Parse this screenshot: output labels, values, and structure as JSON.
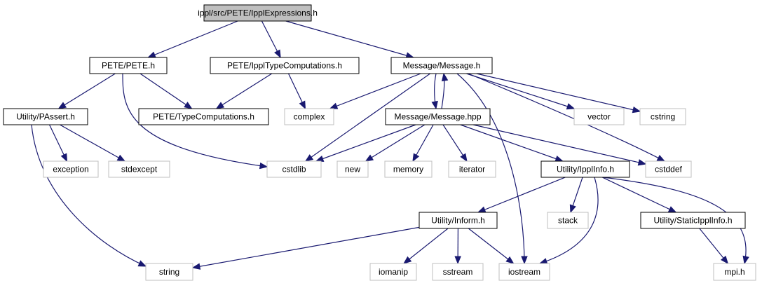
{
  "colors": {
    "edge": "#191970",
    "root_fill": "#bfbfbf",
    "local_border": "#000000",
    "system_border": "#bfbfbf",
    "background": "#ffffff"
  },
  "nodes": [
    {
      "id": "root",
      "label": "ippl/src/PETE/IpplExpressions.h",
      "kind": "root"
    },
    {
      "id": "pete",
      "label": "PETE/PETE.h",
      "kind": "local"
    },
    {
      "id": "ippltc",
      "label": "PETE/IpplTypeComputations.h",
      "kind": "local"
    },
    {
      "id": "msgh",
      "label": "Message/Message.h",
      "kind": "local"
    },
    {
      "id": "passert",
      "label": "Utility/PAssert.h",
      "kind": "local"
    },
    {
      "id": "typecomp",
      "label": "PETE/TypeComputations.h",
      "kind": "local"
    },
    {
      "id": "complex",
      "label": "complex",
      "kind": "system"
    },
    {
      "id": "msghpp",
      "label": "Message/Message.hpp",
      "kind": "local"
    },
    {
      "id": "vector",
      "label": "vector",
      "kind": "system"
    },
    {
      "id": "cstring",
      "label": "cstring",
      "kind": "system"
    },
    {
      "id": "exception",
      "label": "exception",
      "kind": "system"
    },
    {
      "id": "stdexcept",
      "label": "stdexcept",
      "kind": "system"
    },
    {
      "id": "cstdlib",
      "label": "cstdlib",
      "kind": "system"
    },
    {
      "id": "new",
      "label": "new",
      "kind": "system"
    },
    {
      "id": "memory",
      "label": "memory",
      "kind": "system"
    },
    {
      "id": "iterator",
      "label": "iterator",
      "kind": "system"
    },
    {
      "id": "ipplinfo",
      "label": "Utility/IpplInfo.h",
      "kind": "local"
    },
    {
      "id": "cstddef",
      "label": "cstddef",
      "kind": "system"
    },
    {
      "id": "inform",
      "label": "Utility/Inform.h",
      "kind": "local"
    },
    {
      "id": "stack",
      "label": "stack",
      "kind": "system"
    },
    {
      "id": "staticippl",
      "label": "Utility/StaticIpplInfo.h",
      "kind": "local"
    },
    {
      "id": "string",
      "label": "string",
      "kind": "system"
    },
    {
      "id": "iomanip",
      "label": "iomanip",
      "kind": "system"
    },
    {
      "id": "sstream",
      "label": "sstream",
      "kind": "system"
    },
    {
      "id": "iostream",
      "label": "iostream",
      "kind": "system"
    },
    {
      "id": "mpi",
      "label": "mpi.h",
      "kind": "system"
    }
  ],
  "edges": [
    {
      "from": "root",
      "to": "pete"
    },
    {
      "from": "root",
      "to": "ippltc"
    },
    {
      "from": "root",
      "to": "msgh"
    },
    {
      "from": "pete",
      "to": "passert"
    },
    {
      "from": "pete",
      "to": "typecomp"
    },
    {
      "from": "pete",
      "to": "cstdlib"
    },
    {
      "from": "ippltc",
      "to": "typecomp"
    },
    {
      "from": "ippltc",
      "to": "complex"
    },
    {
      "from": "msgh",
      "to": "complex"
    },
    {
      "from": "msgh",
      "to": "msghpp"
    },
    {
      "from": "msgh",
      "to": "vector"
    },
    {
      "from": "msgh",
      "to": "cstring"
    },
    {
      "from": "msgh",
      "to": "cstdlib"
    },
    {
      "from": "msgh",
      "to": "cstddef"
    },
    {
      "from": "msgh",
      "to": "iostream"
    },
    {
      "from": "msghpp",
      "to": "msgh"
    },
    {
      "from": "msghpp",
      "to": "cstdlib"
    },
    {
      "from": "msghpp",
      "to": "new"
    },
    {
      "from": "msghpp",
      "to": "memory"
    },
    {
      "from": "msghpp",
      "to": "iterator"
    },
    {
      "from": "msghpp",
      "to": "ipplinfo"
    },
    {
      "from": "msghpp",
      "to": "cstddef"
    },
    {
      "from": "passert",
      "to": "exception"
    },
    {
      "from": "passert",
      "to": "stdexcept"
    },
    {
      "from": "passert",
      "to": "string"
    },
    {
      "from": "ipplinfo",
      "to": "inform"
    },
    {
      "from": "ipplinfo",
      "to": "stack"
    },
    {
      "from": "ipplinfo",
      "to": "iostream"
    },
    {
      "from": "ipplinfo",
      "to": "staticippl"
    },
    {
      "from": "ipplinfo",
      "to": "mpi"
    },
    {
      "from": "inform",
      "to": "string"
    },
    {
      "from": "inform",
      "to": "iomanip"
    },
    {
      "from": "inform",
      "to": "sstream"
    },
    {
      "from": "inform",
      "to": "iostream"
    },
    {
      "from": "staticippl",
      "to": "mpi"
    }
  ]
}
